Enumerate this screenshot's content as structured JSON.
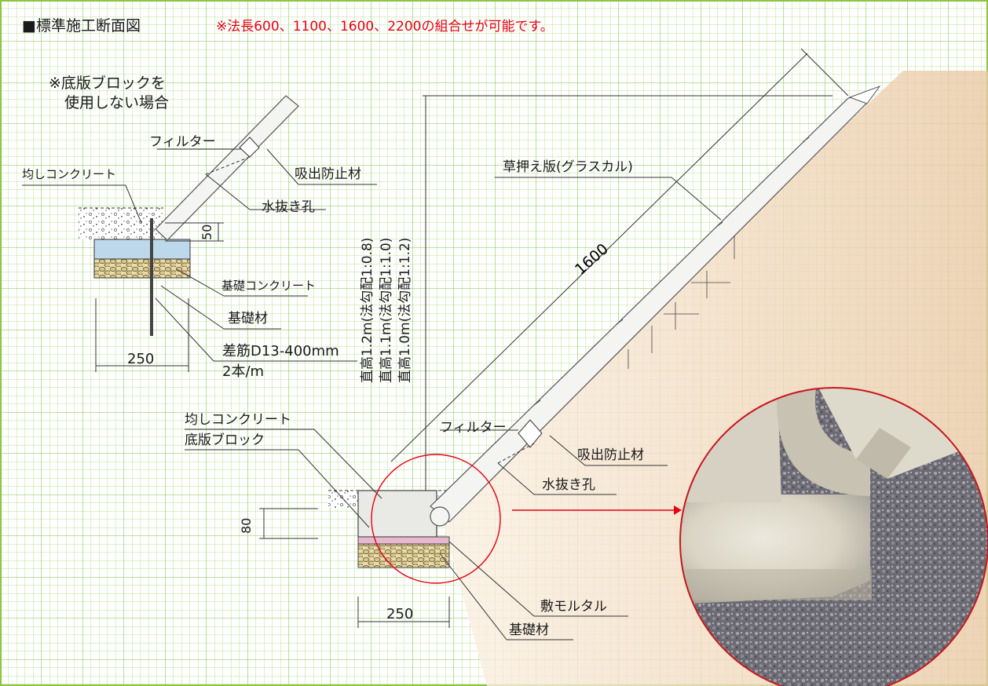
{
  "title": "■標準施工断面図",
  "note": "※法長600、1100、1600、2200の組合せが可能です。",
  "left_detail": {
    "caption_line1": "※底版ブロックを",
    "caption_line2": "使用しない場合",
    "labels": {
      "filter": "フィルター",
      "suction_prevention": "吸出防止材",
      "leveling_concrete": "均しコンクリート",
      "drain_hole": "水抜き孔",
      "dim_50": "50",
      "foundation_concrete": "基礎コンクリート",
      "foundation_material": "基礎材",
      "rebar_line1": "差筋D13-400mm",
      "rebar_line2": "2本/m",
      "dim_250": "250"
    }
  },
  "main_detail": {
    "labels": {
      "grass_plate": "草押え版(グラスカル)",
      "dim_1600": "1600",
      "height_08": "直高1.2m(法勾配1:0.8)",
      "height_10": "直高1.1m(法勾配1:1.0)",
      "height_12": "直高1.0m(法勾配1:1.2)",
      "leveling_concrete": "均しコンクリート",
      "base_block": "底版ブロック",
      "filter": "フィルター",
      "suction_prevention": "吸出防止材",
      "drain_hole": "水抜き孔",
      "dim_80": "80",
      "bedding_mortar": "敷モルタル",
      "foundation_material": "基礎材",
      "dim_250": "250"
    }
  },
  "colors": {
    "grid_line": "#9fd36a",
    "grid_border": "#8cc63f",
    "note_red": "#e60012",
    "soil_slope": "#f3dcc0",
    "concrete_pad": "#bcd8ea",
    "mortar_pink": "#e7b8cf",
    "gravel": "#c8b47a",
    "magnify_circle": "#e60012"
  },
  "icons": {
    "magnified_photo": "concrete-base-block-photo"
  }
}
